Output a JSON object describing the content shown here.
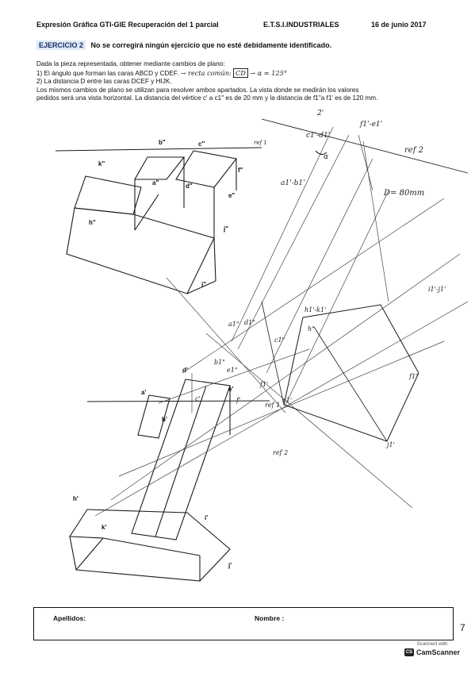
{
  "header": {
    "course": "Expresión Gráfica GTI-GIE Recuperación del 1 parcial",
    "school": "E.T.S.I.INDUSTRIALES",
    "date": "16 de junio 2017"
  },
  "exercise": {
    "tag": "EJERCICIO 2",
    "warning": "No se corregirá ningún ejercicio que no esté debidamente identificado."
  },
  "statement": {
    "intro": "Dada la pieza representada, obtener mediante cambios de plano:",
    "item1": "1) El ángulo que forman las caras ABCD y CDEF.",
    "item1_note": "→ recta común:",
    "item1_boxed": "CD",
    "item1_result": "→ α ≃ 125°",
    "item2": "2) La distancia D entre las caras DCEF y HIJK.",
    "para_line1": "Los mismos cambios de plano se utilizan para resolver ambos apartados. La vista donde se medirán los valores",
    "para_line2": "pedidos será una vista horizontal. La distancia del vértice c' a c1\" es de 20 mm y la distancia de f1\"a f1' es de 120 mm."
  },
  "printed_labels": {
    "b2": "b\"",
    "c2": "c\"",
    "k2": "k\"",
    "a2": "a\"",
    "d2": "d\"",
    "f2": "f\"",
    "e2": "e\"",
    "h2": "h\"",
    "j2": "j\"",
    "i2": "i\"",
    "d1": "d'",
    "a1": "a'",
    "e1": "e'",
    "b1": "b'",
    "h1": "h'",
    "k1": "k'",
    "i1": "i'",
    "j1": "j'"
  },
  "handwritten": {
    "ref1_top": "ref 1",
    "ref2_top": "ref 2",
    "ref1_mid": "ref 1",
    "ref2_low": "ref 2",
    "distance": "D= 80mm",
    "c1d1": "c1'-d1'",
    "f1e1": "f1'-e1'",
    "alpha": "α",
    "a1b1": "a1'-b1'",
    "h1k1": "h1'-k1'",
    "i1j1": "i1'-j1'",
    "hh": "h\"",
    "f1pp": "f1\"",
    "j1": "j1'",
    "a1pp": "a1\"",
    "d1pp": "d1\"",
    "c1pp": "c1\"",
    "b1pp": "b1\"",
    "e1pp": "e1\"",
    "f1": "f1'",
    "e1": "e1'",
    "c_prime": "c'",
    "f_prime": "f'",
    "top_mark": "2'"
  },
  "form": {
    "surname_label": "Apellidos:",
    "name_label": "Nombre :"
  },
  "page_number": "7",
  "scanner": {
    "caption": "Scanned with",
    "brand": "CamScanner",
    "badge": "CS"
  }
}
